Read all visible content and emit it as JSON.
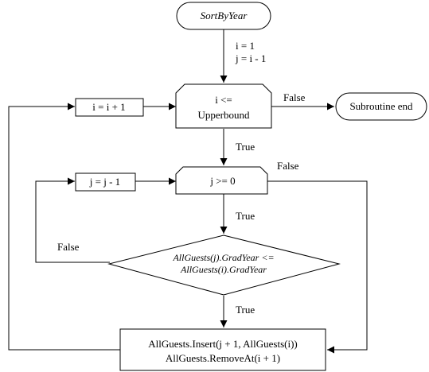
{
  "nodes": {
    "start": "SortByYear",
    "init": [
      "i = 1",
      "j = i - 1"
    ],
    "cond_i": [
      "i <=",
      "Upperbound"
    ],
    "end": "Subroutine end",
    "inc_i": "i = i + 1",
    "cond_j": "j >= 0",
    "dec_j": "j = j - 1",
    "cond_grad": [
      "AllGuests(j).GradYear <=",
      "AllGuests(i).GradYear"
    ],
    "action": [
      "AllGuests.Insert(j + 1, AllGuests(i))",
      "AllGuests.RemoveAt(i + 1)"
    ]
  },
  "edge_labels": {
    "i_false": "False",
    "i_true": "True",
    "j_false": "False",
    "j_true": "True",
    "grad_false": "False",
    "grad_true": "True"
  }
}
